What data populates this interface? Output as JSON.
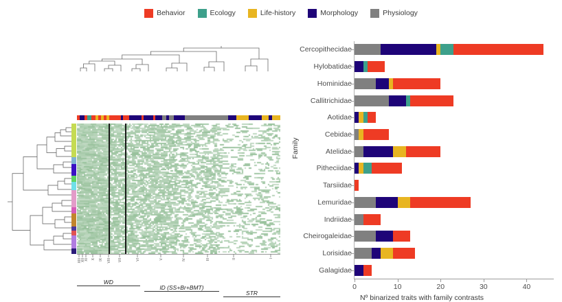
{
  "legend": {
    "items": [
      {
        "label": "Behavior",
        "color": "#EE3B24"
      },
      {
        "label": "Ecology",
        "color": "#3DA08B"
      },
      {
        "label": "Life-history",
        "color": "#E8B521"
      },
      {
        "label": "Morphology",
        "color": "#1E0478"
      },
      {
        "label": "Physiology",
        "color": "#808080"
      }
    ]
  },
  "left_panel": {
    "heatmap_color": "#8FBC93",
    "heatmap_background": "#ffffff",
    "column_tick_labels": [
      "XIII",
      "XII",
      "XI",
      "X",
      "IX",
      "VIII",
      "VII",
      "VI",
      "V",
      "IV",
      "III",
      "II",
      "I"
    ],
    "groups": [
      {
        "name": "WD",
        "start_frac": 0.0,
        "end_frac": 0.31
      },
      {
        "name": "ID (SS+Br+BMT)",
        "start_frac": 0.33,
        "end_frac": 0.7
      },
      {
        "name": "STR",
        "start_frac": 0.72,
        "end_frac": 1.0
      }
    ],
    "column_colorbar": [
      {
        "color": "#EE3B24",
        "frac": 0.012
      },
      {
        "color": "#1E0478",
        "frac": 0.022
      },
      {
        "color": "#EE3B24",
        "frac": 0.013
      },
      {
        "color": "#3DA08B",
        "frac": 0.016
      },
      {
        "color": "#EE3B24",
        "frac": 0.02
      },
      {
        "color": "#E8B521",
        "frac": 0.012
      },
      {
        "color": "#EE3B24",
        "frac": 0.01
      },
      {
        "color": "#E8B521",
        "frac": 0.014
      },
      {
        "color": "#EE3B24",
        "frac": 0.013
      },
      {
        "color": "#E8B521",
        "frac": 0.011
      },
      {
        "color": "#EE3B24",
        "frac": 0.052
      },
      {
        "color": "#1E0478",
        "frac": 0.008
      },
      {
        "color": "#EE3B24",
        "frac": 0.028
      },
      {
        "color": "#1E0478",
        "frac": 0.055
      },
      {
        "color": "#EE3B24",
        "frac": 0.01
      },
      {
        "color": "#1E0478",
        "frac": 0.04
      },
      {
        "color": "#EE3B24",
        "frac": 0.01
      },
      {
        "color": "#1E0478",
        "frac": 0.03
      },
      {
        "color": "#808080",
        "frac": 0.018
      },
      {
        "color": "#1E0478",
        "frac": 0.012
      },
      {
        "color": "#808080",
        "frac": 0.022
      },
      {
        "color": "#1E0478",
        "frac": 0.05
      },
      {
        "color": "#808080",
        "frac": 0.19
      },
      {
        "color": "#1E0478",
        "frac": 0.035
      },
      {
        "color": "#E8B521",
        "frac": 0.055
      },
      {
        "color": "#1E0478",
        "frac": 0.06
      },
      {
        "color": "#E8B521",
        "frac": 0.03
      },
      {
        "color": "#1E0478",
        "frac": 0.015
      },
      {
        "color": "#E8B521",
        "frac": 0.035
      }
    ],
    "row_colorbar": [
      {
        "color": "#C5DB52",
        "frac": 0.26
      },
      {
        "color": "#7FB3D3",
        "frac": 0.05
      },
      {
        "color": "#3B12C4",
        "frac": 0.09
      },
      {
        "color": "#5ED463",
        "frac": 0.05
      },
      {
        "color": "#6FE0E8",
        "frac": 0.06
      },
      {
        "color": "#E39CC9",
        "frac": 0.13
      },
      {
        "color": "#D65CB8",
        "frac": 0.05
      },
      {
        "color": "#C2852C",
        "frac": 0.1
      },
      {
        "color": "#4A3A9E",
        "frac": 0.03
      },
      {
        "color": "#E05252",
        "frac": 0.04
      },
      {
        "color": "#B07CE0",
        "frac": 0.1
      },
      {
        "color": "#2C1C7A",
        "frac": 0.04
      }
    ]
  },
  "chart_data": {
    "type": "bar",
    "orientation": "horizontal",
    "stacked": true,
    "title": "",
    "xlabel": "Nº binarized traits with family contrasts",
    "ylabel": "Family",
    "xlim": [
      0,
      46
    ],
    "xticks": [
      0,
      10,
      20,
      30,
      40
    ],
    "xtick_labels": [
      "0",
      "10",
      "20",
      "30",
      "40"
    ],
    "grid": false,
    "legend_position": "top-center",
    "series": [
      {
        "name": "Physiology",
        "color": "#808080",
        "values": [
          6,
          0,
          5,
          8,
          0,
          1,
          2,
          0,
          0,
          5,
          2,
          5,
          4,
          0
        ]
      },
      {
        "name": "Morphology",
        "color": "#1E0478",
        "values": [
          13,
          2,
          3,
          4,
          1,
          0,
          7,
          1,
          0,
          5,
          0,
          4,
          2,
          2
        ]
      },
      {
        "name": "Life-history",
        "color": "#E8B521",
        "values": [
          1,
          0,
          1,
          0,
          1,
          1,
          3,
          1,
          0,
          3,
          0,
          0,
          3,
          0
        ]
      },
      {
        "name": "Ecology",
        "color": "#3DA08B",
        "values": [
          3,
          1,
          0,
          1,
          1,
          0,
          0,
          2,
          0,
          0,
          0,
          0,
          0,
          0
        ]
      },
      {
        "name": "Behavior",
        "color": "#EE3B24",
        "values": [
          21,
          4,
          11,
          10,
          2,
          6,
          8,
          7,
          1,
          14,
          4,
          4,
          5,
          2
        ]
      }
    ],
    "categories": [
      "Cercopithecidae",
      "Hylobatidae",
      "Hominidae",
      "Callitrichidae",
      "Aotidae",
      "Cebidae",
      "Atelidae",
      "Pitheciidae",
      "Tarsiidae",
      "Lemuridae",
      "Indriidae",
      "Cheirogaleidae",
      "Lorisidae",
      "Galagidae"
    ],
    "totals": [
      44,
      7,
      20,
      23,
      5,
      8,
      20,
      11,
      1,
      27,
      6,
      13,
      14,
      4
    ]
  }
}
